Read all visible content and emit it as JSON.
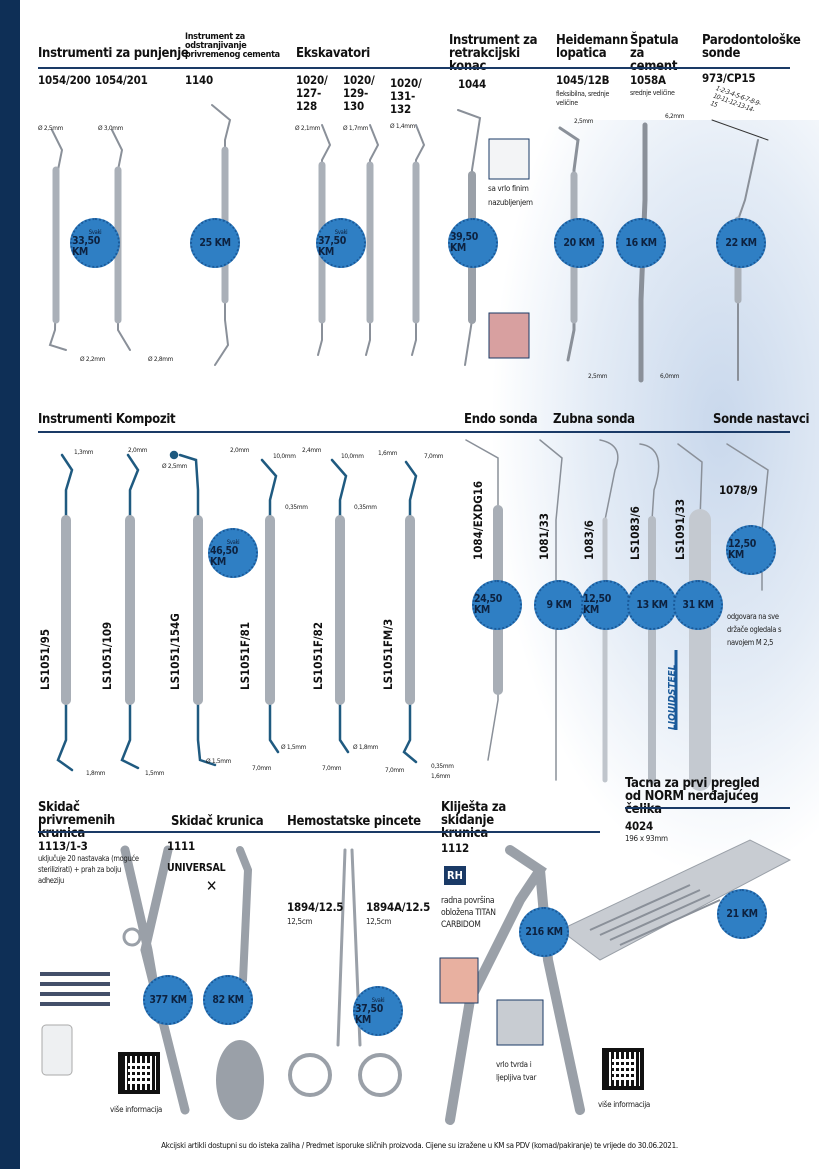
{
  "section1": {
    "headings": [
      "Instrumenti za punjenje",
      "Instrument za odstranjivanje privremenog cementa",
      "Ekskavatori",
      "Instrument za retrakcijski konac",
      "Heidemann lopatica",
      "Špatula za cement",
      "Parodontološke sonde"
    ],
    "codes": [
      "1054/200",
      "1054/201",
      "1140",
      "1020/ 127-128",
      "1020/ 129-130",
      "1020/ 131-132",
      "1044",
      "1045/12B",
      "1058A",
      "973/CP15"
    ],
    "notes": {
      "heidemann": "fleksibilna, srednje veličine",
      "spatula": "srednje veličine",
      "retrakcijski": "sa vrlo finim nazubljenjem",
      "sonda_scale": "1-2-3-4-5-6-7-8-9-10-11-12-13-14-15"
    },
    "dims": [
      "Ø 2,5mm",
      "Ø 3,0mm",
      "Ø 2,2mm",
      "Ø 2,8mm",
      "Ø 2,1mm",
      "Ø 1,7mm",
      "Ø 1,4mm",
      "2,5mm",
      "2,5mm",
      "6,2mm",
      "6,0mm"
    ],
    "prices": [
      {
        "label": "Svaki",
        "price": "33,50 KM"
      },
      {
        "price": "25 KM"
      },
      {
        "label": "Svaki",
        "price": "37,50 KM"
      },
      {
        "price": "39,50 KM"
      },
      {
        "price": "20 KM"
      },
      {
        "price": "16 KM"
      },
      {
        "price": "22 KM"
      }
    ]
  },
  "section2": {
    "headings": [
      "Instrumenti Kompozit",
      "Endo sonda",
      "Zubna sonda",
      "Sonde nastavci"
    ],
    "codes": [
      "LS1051/95",
      "LS1051/109",
      "LS1051/154G",
      "LS1051F/81",
      "LS1051F/82",
      "LS1051FM/3",
      "1084/EXDG16",
      "1081/33",
      "1083/6",
      "LS1083/6",
      "LS1091/33",
      "1078/9"
    ],
    "dims_top": [
      "1,3mm",
      "2,0mm",
      "Ø 2,5mm",
      "2,0mm",
      "10,0mm",
      "0,35mm",
      "2,4mm",
      "10,0mm",
      "0,35mm",
      "1,6mm",
      "7,0mm"
    ],
    "dims_bottom": [
      "1,8mm",
      "1,5mm",
      "Ø 1,5mm",
      "Ø 1,5mm",
      "7,0mm",
      "Ø 1,8mm",
      "7,0mm",
      "7,0mm",
      "0,35mm",
      "1,6mm"
    ],
    "note": "odgovara na sve držače ogledala s navojem M 2,5",
    "brand": "LIQUIDSTEEL",
    "prices": [
      {
        "label": "Svaki",
        "price": "46,50 KM"
      },
      {
        "price": "24,50 KM"
      },
      {
        "price": "9 KM"
      },
      {
        "price": "12,50 KM"
      },
      {
        "price": "13 KM"
      },
      {
        "price": "31 KM"
      },
      {
        "price": "12,50 KM"
      }
    ]
  },
  "section3": {
    "headings": [
      "Skidač privremenih krunica",
      "Skidač krunica",
      "Hemostatske pincete",
      "Kliješta za skidanje krunica",
      "Tacna za prvi pregled od NORM nerđajućeg čelika"
    ],
    "codes": [
      "1113/1-3",
      "1111",
      "1894/12.5",
      "1894A/12.5",
      "1112",
      "4024"
    ],
    "notes": {
      "skidac": "uključuje 20 nastavaka (moguće sterilizirati) + prah za bolju adheziju",
      "universal": "UNIVERSAL",
      "pinceta1": "12,5cm",
      "pinceta2": "12,5cm",
      "rh": "RH",
      "klijesta": "radna površina obložena TITAN CARBIDOM",
      "klijesta2": "vrlo tvrda i ljepljiva tvar",
      "tacna": "196 x 93mm"
    },
    "more_info": "više informacija",
    "prices": [
      {
        "price": "377 KM"
      },
      {
        "price": "82 KM"
      },
      {
        "label": "Svaki",
        "price": "37,50 KM"
      },
      {
        "price": "216 KM"
      },
      {
        "price": "21 KM"
      }
    ]
  },
  "footer": "Akcijski artikli dostupni su do isteka zaliha / Predmet isporuke sličnih proizvoda. Cijene su izražene u KM sa PDV (komad/pakiranje) te vrijede do 30.06.2021.",
  "colors": {
    "accent": "#2f7fc4",
    "navy": "#1a3a66",
    "stripe": "#0e2f56"
  }
}
